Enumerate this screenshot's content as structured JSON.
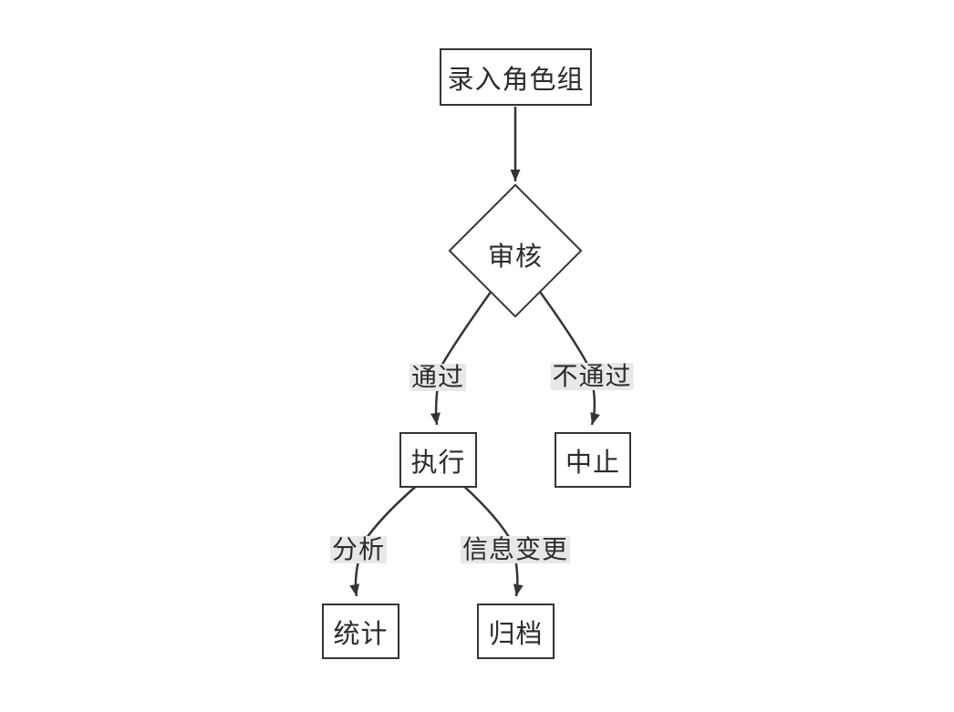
{
  "diagram": {
    "type": "flowchart",
    "background_color": "#ffffff",
    "stroke_color": "#343434",
    "node_fill": "#ffffff",
    "edge_label_bg": "#e8e8e8",
    "text_color": "#2b2b2b",
    "nodes": [
      {
        "id": "start",
        "shape": "rect",
        "label": "录入角色组"
      },
      {
        "id": "review",
        "shape": "diamond",
        "label": "审核"
      },
      {
        "id": "execute",
        "shape": "rect",
        "label": "执行"
      },
      {
        "id": "abort",
        "shape": "rect",
        "label": "中止"
      },
      {
        "id": "stats",
        "shape": "rect",
        "label": "统计"
      },
      {
        "id": "archive",
        "shape": "rect",
        "label": "归档"
      }
    ],
    "edges": [
      {
        "from": "start",
        "to": "review",
        "label": ""
      },
      {
        "from": "review",
        "to": "execute",
        "label": "通过"
      },
      {
        "from": "review",
        "to": "abort",
        "label": "不通过"
      },
      {
        "from": "execute",
        "to": "stats",
        "label": "分析"
      },
      {
        "from": "execute",
        "to": "archive",
        "label": "信息变更"
      }
    ]
  }
}
